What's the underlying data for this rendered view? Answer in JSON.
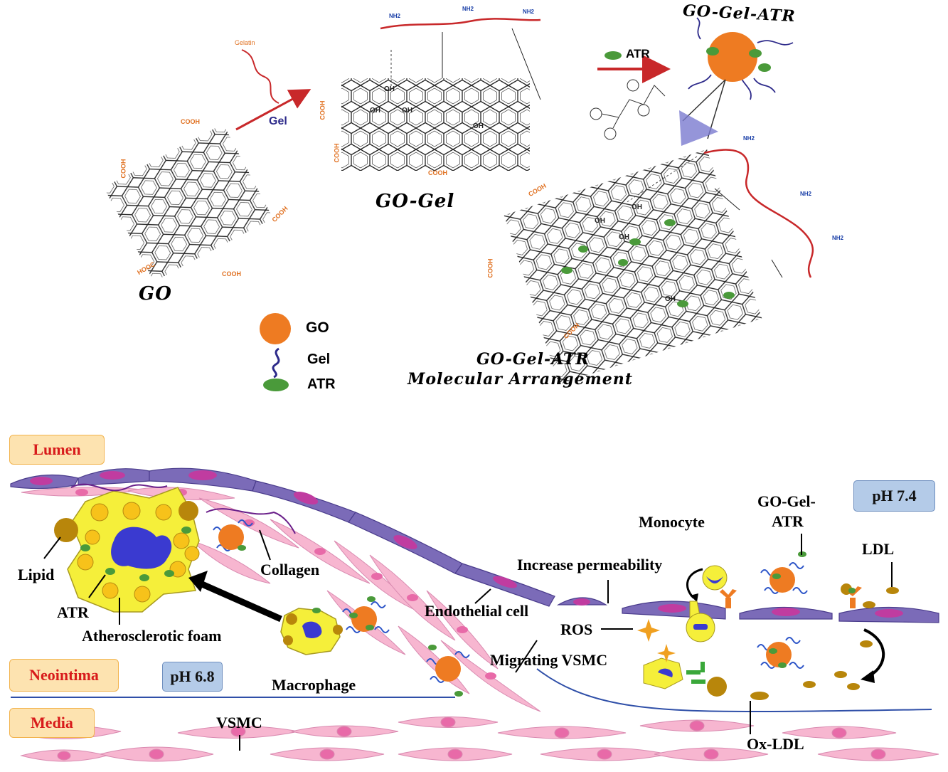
{
  "synthesis": {
    "go_label": "GO",
    "gel_step_label": "Gel",
    "gelatin_label": "Gelatin",
    "go_gel_label": "GO-Gel",
    "atr_step_label": "ATR",
    "go_gel_atr_label": "GO-Gel-ATR",
    "arrangement_title_1": "GO-Gel-ATR",
    "arrangement_title_2": "Molecular Arrangement",
    "cooh": "COOH",
    "hooc": "HOOC",
    "oh": "OH",
    "nh2": "NH2"
  },
  "legend": {
    "items": [
      {
        "label": "GO",
        "color": "#ee7b22"
      },
      {
        "label": "Gel",
        "color": "#2d2a8a"
      },
      {
        "label": "ATR",
        "color": "#4a9a3a"
      }
    ]
  },
  "vessel": {
    "regions": {
      "lumen": "Lumen",
      "neointima": "Neointima",
      "media": "Media"
    },
    "ph_low": "pH 6.8",
    "ph_high": "pH 7.4",
    "labels": {
      "lipid": "Lipid",
      "atr": "ATR",
      "collagen": "Collagen",
      "foam": "Atherosclerotic foam",
      "macrophage": "Macrophage",
      "endothelial": "Endothelial cell",
      "permeability": "Increase permeability",
      "monocyte": "Monocyte",
      "go_gel_atr_1": "GO-Gel-",
      "go_gel_atr_2": "ATR",
      "ldl": "LDL",
      "ros": "ROS",
      "migrating": "Migrating VSMC",
      "vsmc": "VSMC",
      "oxldl": "Ox-LDL"
    }
  },
  "colors": {
    "go_orange": "#ee7b22",
    "gel_blue": "#2d2a8a",
    "atr_green": "#4a9a3a",
    "lipid_brown": "#b8860b",
    "endothelial_purple": "#7b6bb8",
    "vsmc_pink": "#f7b6d0",
    "foam_yellow": "#f5ef3a",
    "nucleus_blue": "#3a3ad0",
    "region_red": "#d81b1b",
    "arrow_red": "#c8282a"
  }
}
